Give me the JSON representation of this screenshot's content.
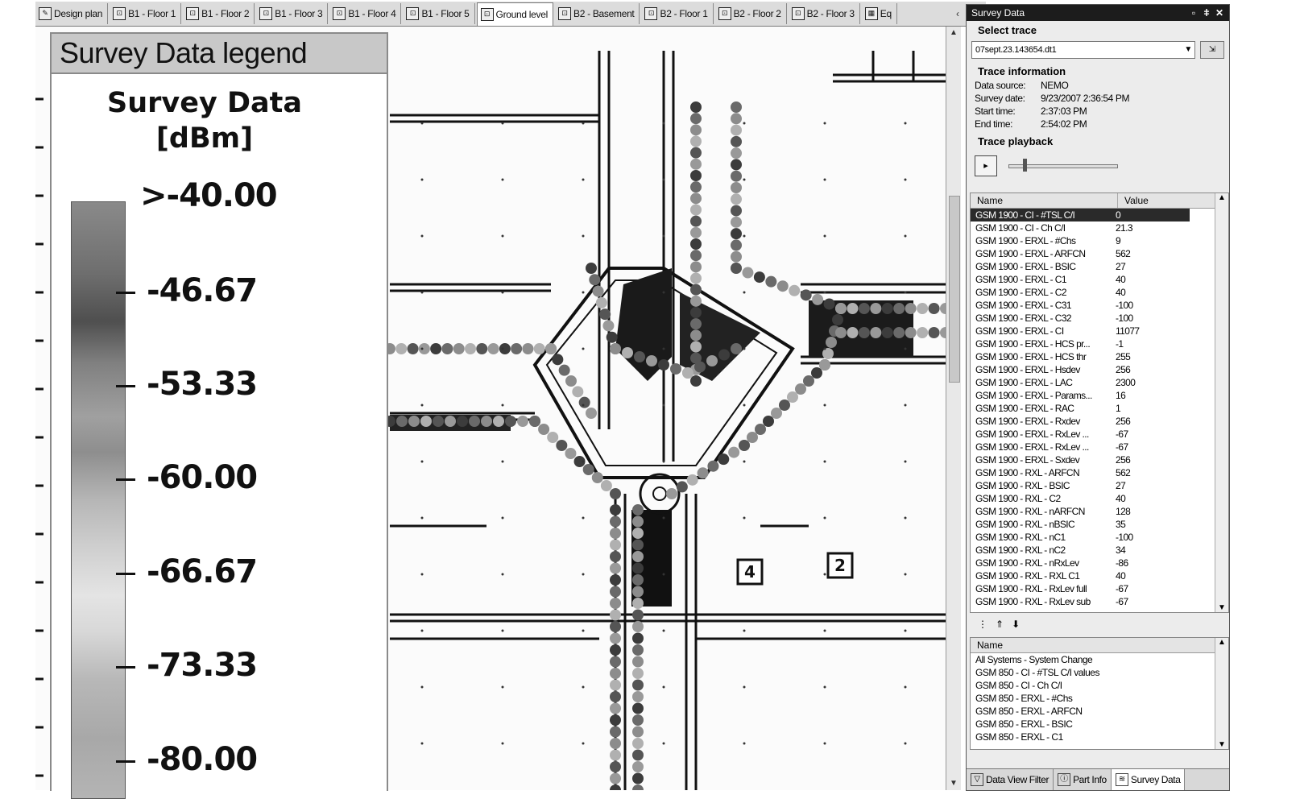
{
  "tabs": [
    {
      "label": "Design plan",
      "icon": "pencil-icon",
      "active": false
    },
    {
      "label": "B1 - Floor 1",
      "icon": "floor-icon",
      "active": false
    },
    {
      "label": "B1 - Floor 2",
      "icon": "floor-icon",
      "active": false
    },
    {
      "label": "B1 - Floor 3",
      "icon": "floor-icon",
      "active": false
    },
    {
      "label": "B1 - Floor 4",
      "icon": "floor-icon",
      "active": false
    },
    {
      "label": "B1 - Floor 5",
      "icon": "floor-icon",
      "active": false
    },
    {
      "label": "Ground level",
      "icon": "floor-icon",
      "active": true
    },
    {
      "label": "B2 - Basement",
      "icon": "floor-icon",
      "active": false
    },
    {
      "label": "B2 - Floor 1",
      "icon": "floor-icon",
      "active": false
    },
    {
      "label": "B2 - Floor 2",
      "icon": "floor-icon",
      "active": false
    },
    {
      "label": "B2 - Floor 3",
      "icon": "floor-icon",
      "active": false
    },
    {
      "label": "Eq",
      "icon": "equipment-icon",
      "active": false
    }
  ],
  "legend": {
    "header": "Survey Data legend",
    "title_line1": "Survey Data",
    "title_line2": "[dBm]",
    "ticks": [
      ">-40.00",
      "-46.67",
      "-53.33",
      "-60.00",
      "-66.67",
      "-73.33",
      "-80.00"
    ]
  },
  "map": {
    "markers": [
      "4",
      "2"
    ]
  },
  "panel": {
    "title": "Survey Data",
    "select_trace_label": "Select trace",
    "trace_value": "07sept.23.143654.dt1",
    "trace_info_label": "Trace information",
    "info": [
      {
        "k": "Data source:",
        "v": "NEMO"
      },
      {
        "k": "Survey date:",
        "v": "9/23/2007 2:36:54 PM"
      },
      {
        "k": "Start time:",
        "v": "2:37:03 PM"
      },
      {
        "k": "End time:",
        "v": "2:54:02 PM"
      }
    ],
    "playback_label": "Trace playback",
    "grid_headers": {
      "name": "Name",
      "value": "Value"
    },
    "grid_rows": [
      {
        "name": "GSM 1900 - CI - #TSL C/I",
        "value": "0"
      },
      {
        "name": "GSM 1900 - CI - Ch C/I",
        "value": "21.3"
      },
      {
        "name": "GSM 1900 - ERXL - #Chs",
        "value": "9"
      },
      {
        "name": "GSM 1900 - ERXL - ARFCN",
        "value": "562"
      },
      {
        "name": "GSM 1900 - ERXL - BSIC",
        "value": "27"
      },
      {
        "name": "GSM 1900 - ERXL - C1",
        "value": "40"
      },
      {
        "name": "GSM 1900 - ERXL - C2",
        "value": "40"
      },
      {
        "name": "GSM 1900 - ERXL - C31",
        "value": "-100"
      },
      {
        "name": "GSM 1900 - ERXL - C32",
        "value": "-100"
      },
      {
        "name": "GSM 1900 - ERXL - CI",
        "value": "11077"
      },
      {
        "name": "GSM 1900 - ERXL - HCS pr...",
        "value": "-1"
      },
      {
        "name": "GSM 1900 - ERXL - HCS thr",
        "value": "255"
      },
      {
        "name": "GSM 1900 - ERXL - Hsdev",
        "value": "256"
      },
      {
        "name": "GSM 1900 - ERXL - LAC",
        "value": "2300"
      },
      {
        "name": "GSM 1900 - ERXL - Params...",
        "value": "16"
      },
      {
        "name": "GSM 1900 - ERXL - RAC",
        "value": "1"
      },
      {
        "name": "GSM 1900 - ERXL - Rxdev",
        "value": "256"
      },
      {
        "name": "GSM 1900 - ERXL - RxLev ...",
        "value": "-67"
      },
      {
        "name": "GSM 1900 - ERXL - RxLev ...",
        "value": "-67"
      },
      {
        "name": "GSM 1900 - ERXL - Sxdev",
        "value": "256"
      },
      {
        "name": "GSM 1900 - RXL - ARFCN",
        "value": "562"
      },
      {
        "name": "GSM 1900 - RXL - BSIC",
        "value": "27"
      },
      {
        "name": "GSM 1900 - RXL - C2",
        "value": "40"
      },
      {
        "name": "GSM 1900 - RXL - nARFCN",
        "value": "128"
      },
      {
        "name": "GSM 1900 - RXL - nBSIC",
        "value": "35"
      },
      {
        "name": "GSM 1900 - RXL - nC1",
        "value": "-100"
      },
      {
        "name": "GSM 1900 - RXL - nC2",
        "value": "34"
      },
      {
        "name": "GSM 1900 - RXL - nRxLev",
        "value": "-86"
      },
      {
        "name": "GSM 1900 - RXL - RXL C1",
        "value": "40"
      },
      {
        "name": "GSM 1900 - RXL - RxLev full",
        "value": "-67"
      },
      {
        "name": "GSM 1900 - RXL - RxLev sub",
        "value": "-67"
      }
    ],
    "list_header": "Name",
    "list_rows": [
      "All Systems - System Change",
      "GSM 850 - CI - #TSL C/I values",
      "GSM 850 - CI - Ch C/I",
      "GSM 850 - ERXL - #Chs",
      "GSM 850 - ERXL - ARFCN",
      "GSM 850 - ERXL - BSIC",
      "GSM 850 - ERXL - C1"
    ],
    "bottom_tabs": [
      {
        "label": "Data View Filter",
        "icon": "filter-icon",
        "active": false
      },
      {
        "label": "Part Info",
        "icon": "part-info-icon",
        "active": false
      },
      {
        "label": "Survey Data",
        "icon": "survey-data-icon",
        "active": true
      }
    ]
  }
}
